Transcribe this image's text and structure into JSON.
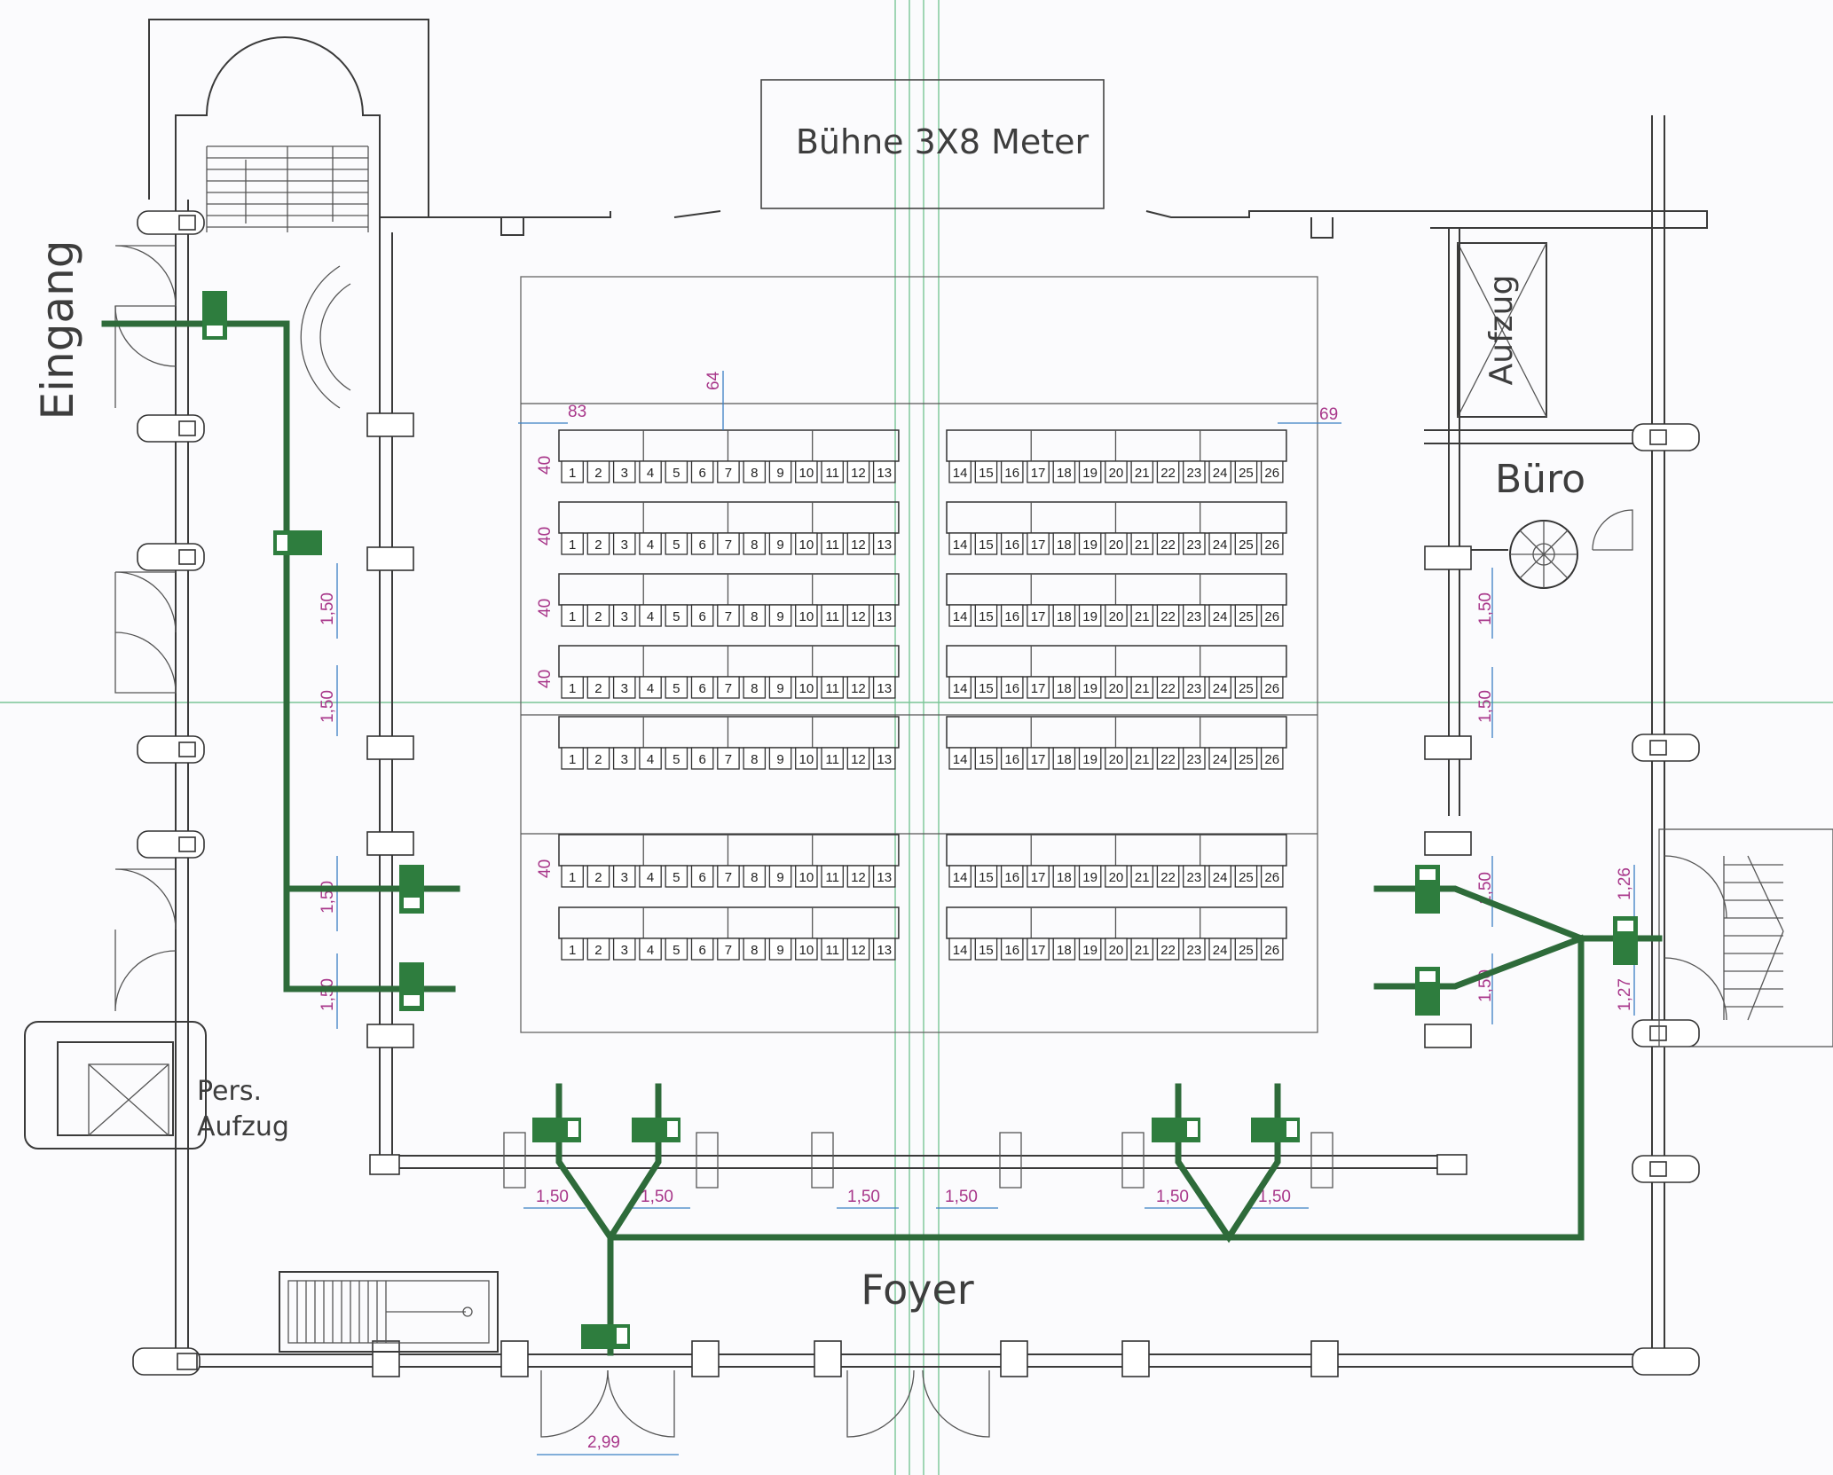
{
  "labels": {
    "stage": "Bühne 3X8 Meter",
    "entrance": "Eingang",
    "elevator": "Aufzug",
    "office": "Büro",
    "foyer": "Foyer",
    "pers_elevator_line1": "Pers.",
    "pers_elevator_line2": "Aufzug"
  },
  "dimensions": {
    "row_gap": "40",
    "first_aisle": "83",
    "table_spacing": "64",
    "right_aisle": "69",
    "door_width": "1,50",
    "exit_door_1": "1,26",
    "exit_door_2": "1,27",
    "main_door": "2,99"
  },
  "seating": {
    "left_block_seats": [
      "1",
      "2",
      "3",
      "4",
      "5",
      "6",
      "7",
      "8",
      "9",
      "10",
      "11",
      "12",
      "13"
    ],
    "right_block_seats": [
      "14",
      "15",
      "16",
      "17",
      "18",
      "19",
      "20",
      "21",
      "22",
      "23",
      "24",
      "25",
      "26"
    ],
    "row_count": 7
  },
  "colors": {
    "escape_route": "#2e6b3a",
    "dimension_line": "#3a7fc4",
    "dimension_text": "#a8378a",
    "guide_line": "#7ac596"
  }
}
